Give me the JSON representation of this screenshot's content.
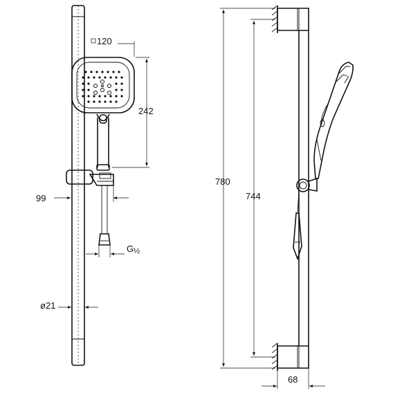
{
  "dimensions": {
    "head_width": "120",
    "head_height": "242",
    "slider_offset": "99",
    "thread": "G",
    "thread_fraction": "½",
    "rail_diameter": "ø21",
    "overall_height": "780",
    "bracket_spacing": "744",
    "wall_projection": "68"
  }
}
